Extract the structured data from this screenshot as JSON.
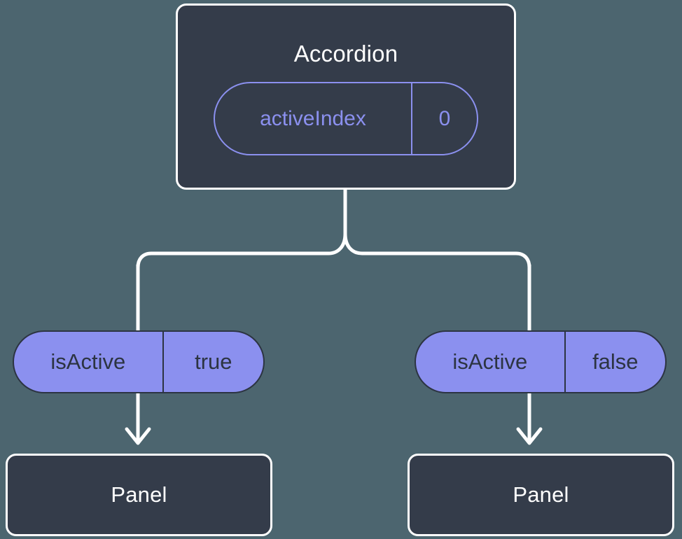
{
  "diagram": {
    "type": "component-state-tree",
    "background_color": "#4c656f",
    "node_fill": "#343c4a",
    "node_stroke": "#ffffff",
    "accent_color": "#8b90ef",
    "root": {
      "title": "Accordion",
      "state": {
        "key": "activeIndex",
        "value": "0"
      }
    },
    "branches": [
      {
        "prop": {
          "key": "isActive",
          "value": "true"
        },
        "child_title": "Panel"
      },
      {
        "prop": {
          "key": "isActive",
          "value": "false"
        },
        "child_title": "Panel"
      }
    ]
  }
}
